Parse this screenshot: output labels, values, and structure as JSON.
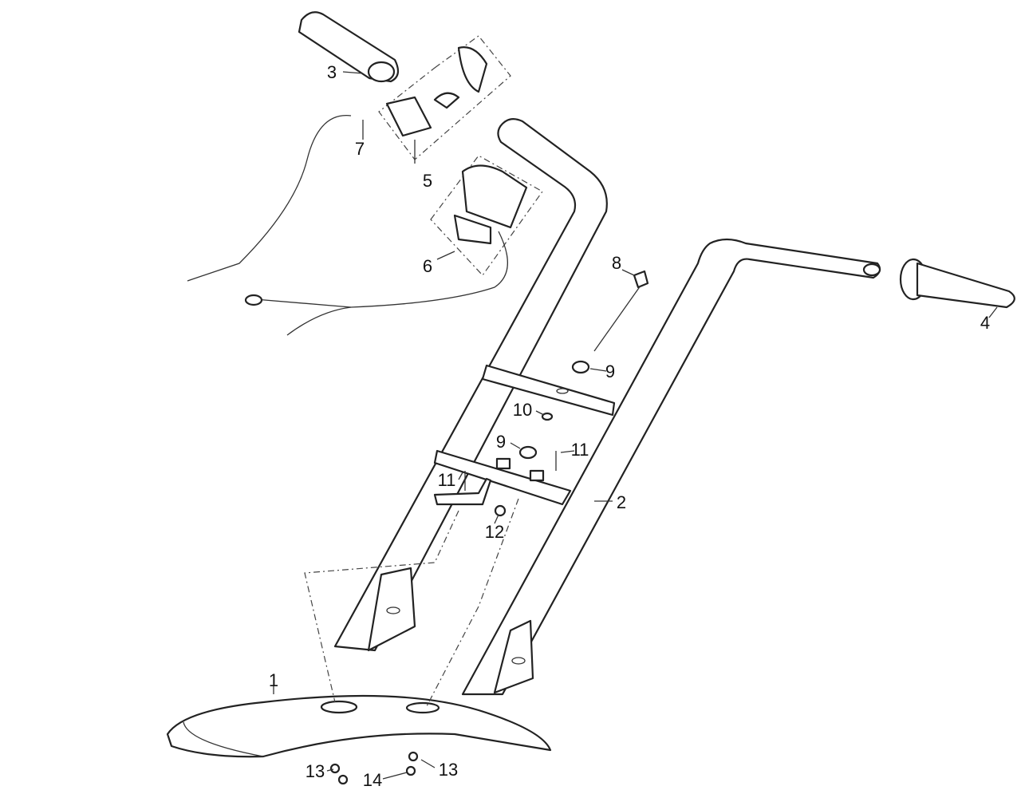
{
  "diagram": {
    "title": "Handlebar and front fender exploded parts view",
    "callouts": [
      {
        "id": "c1",
        "text": "1"
      },
      {
        "id": "c2",
        "text": "2"
      },
      {
        "id": "c3",
        "text": "3"
      },
      {
        "id": "c4",
        "text": "4"
      },
      {
        "id": "c5",
        "text": "5"
      },
      {
        "id": "c6",
        "text": "6"
      },
      {
        "id": "c7",
        "text": "7"
      },
      {
        "id": "c8",
        "text": "8"
      },
      {
        "id": "c9a",
        "text": "9"
      },
      {
        "id": "c9b",
        "text": "9"
      },
      {
        "id": "c10",
        "text": "10"
      },
      {
        "id": "c11a",
        "text": "11"
      },
      {
        "id": "c11b",
        "text": "11"
      },
      {
        "id": "c12",
        "text": "12"
      },
      {
        "id": "c13a",
        "text": "13"
      },
      {
        "id": "c13b",
        "text": "13"
      },
      {
        "id": "c14",
        "text": "14"
      }
    ]
  }
}
